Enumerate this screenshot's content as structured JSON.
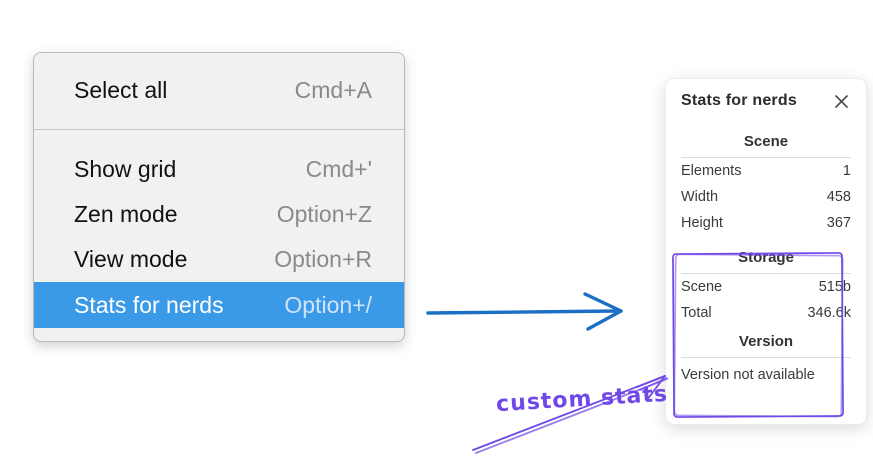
{
  "colors": {
    "menu_highlight": "#3b9ae8",
    "menu_bg": "#f1f1f2",
    "arrow_blue": "#1b6fc5",
    "annotation_purple": "#7048e8",
    "panel_bg": "#ffffff"
  },
  "menu": {
    "groups": [
      {
        "items": [
          {
            "label": "Select all",
            "shortcut": "Cmd+A",
            "highlighted": false
          }
        ]
      },
      {
        "items": [
          {
            "label": "Show grid",
            "shortcut": "Cmd+'",
            "highlighted": false
          },
          {
            "label": "Zen mode",
            "shortcut": "Option+Z",
            "highlighted": false
          },
          {
            "label": "View mode",
            "shortcut": "Option+R",
            "highlighted": false
          },
          {
            "label": "Stats for nerds",
            "shortcut": "Option+/",
            "highlighted": true
          }
        ]
      }
    ]
  },
  "panel": {
    "title": "Stats for nerds",
    "close_icon": "x",
    "sections": [
      {
        "heading": "Scene",
        "rows": [
          {
            "label": "Elements",
            "value": "1"
          },
          {
            "label": "Width",
            "value": "458"
          },
          {
            "label": "Height",
            "value": "367"
          }
        ]
      },
      {
        "heading": "Storage",
        "rows": [
          {
            "label": "Scene",
            "value": "515b"
          },
          {
            "label": "Total",
            "value": "346.6k"
          }
        ]
      },
      {
        "heading": "Version",
        "note": "Version not available"
      }
    ]
  },
  "annotation": {
    "label": "custom stats"
  }
}
